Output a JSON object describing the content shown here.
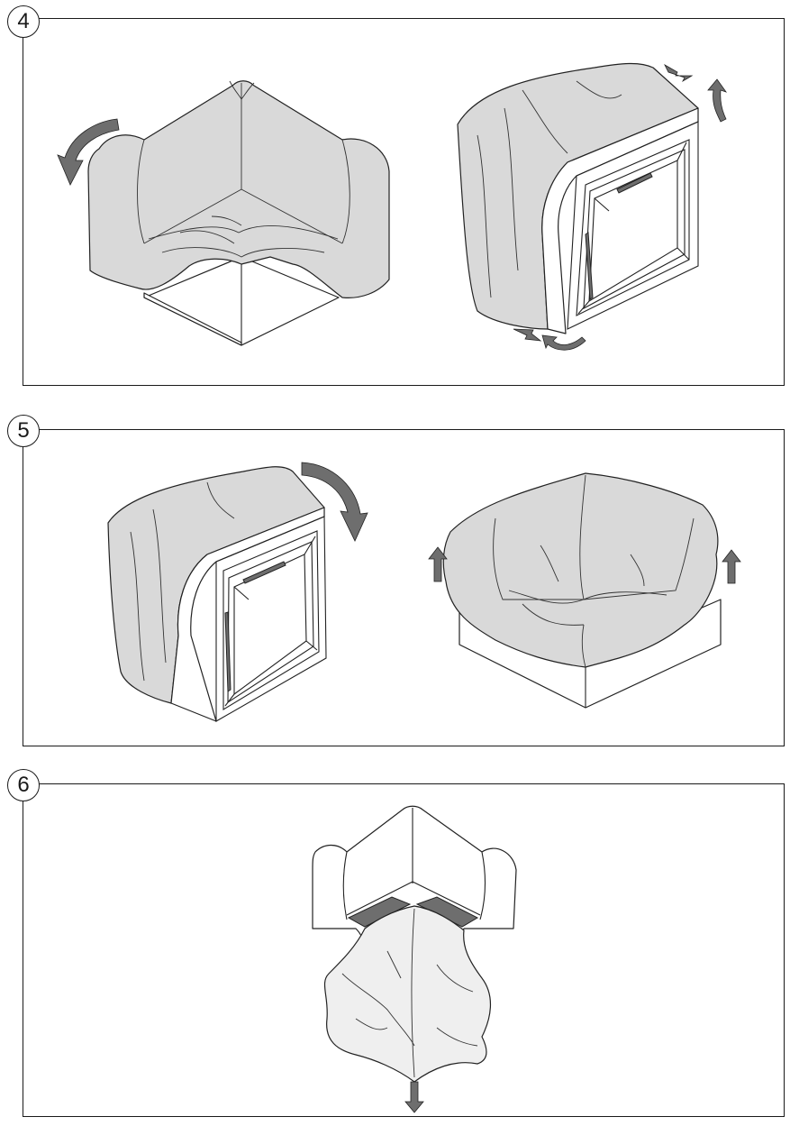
{
  "steps": [
    {
      "number": "4"
    },
    {
      "number": "5"
    },
    {
      "number": "6"
    }
  ],
  "colors": {
    "cover": "#d9d9d9",
    "arrow": "#6e6e6e",
    "outline": "#1a1a1a"
  }
}
